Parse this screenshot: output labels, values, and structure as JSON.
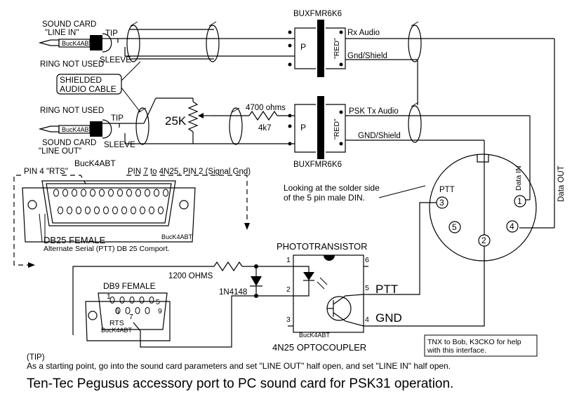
{
  "title": "Ten-Tec Pegusus accessory port to PC sound card for PSK31 operation.",
  "tip": {
    "label": "(TIP)",
    "text": "As a starting point, go into the sound card parameters and set \"LINE OUT\" half open, and set \"LINE IN\" half open."
  },
  "credit": {
    "line1": "TNX to Bob, K3CKO for help",
    "line2": "with this interface."
  },
  "plug_line_in": {
    "label1": "SOUND CARD",
    "label2": "\"LINE IN\"",
    "tip": "TIP",
    "sleeve": "SLEEVE",
    "ring": "RING NOT USED",
    "brand": "BucK4ABT"
  },
  "plug_line_out": {
    "ring": "RING NOT USED",
    "tip": "TIP",
    "label1": "SOUND CARD",
    "label2": "\"LINE OUT\"",
    "sleeve": "SLEEVE",
    "brand": "BucK4ABT"
  },
  "cable_note": {
    "line1": "SHIELDED",
    "line2": "AUDIO CABLE"
  },
  "pot_label": "25K",
  "resistor_top": "4700 ohms",
  "resistor_bottom": "4k7",
  "transformer_top": {
    "part": "BUXFMR6K6",
    "primary": "P",
    "core": "\"RED\"",
    "out1": "Rx Audio",
    "out2": "Gnd/Shield"
  },
  "transformer_bottom": {
    "primary": "P",
    "core": "\"RED\"",
    "out1": "PSK Tx Audio",
    "out2": "GND/Shield",
    "part": "BUXFMR6K6"
  },
  "din": {
    "note1": "Looking at the solder side",
    "note2": "of the 5 pin male DIN.",
    "ptt": "PTT",
    "data_in": "Data IN",
    "data_out": "Data OUT",
    "pins": [
      "3",
      "1",
      "5",
      "4",
      "2"
    ]
  },
  "db25": {
    "brand": "BucK4ABT",
    "pin4": "PIN 4  \"RTS\"",
    "pin7": "PIN 7  to 4N25, PIN 2 (Signal Gnd)",
    "name": "DB25 FEMALE",
    "note": "Alternate Serial (PTT) DB 25 Comport.",
    "stamp": "BucK4ABT"
  },
  "db9": {
    "name": "DB9 FEMALE",
    "pin1": "1",
    "pin5": "5",
    "pin6": "6",
    "pin9": "9",
    "pin7": "7",
    "rts": "RTS",
    "brand": "BucK4ABT"
  },
  "r_ptt": "1200 OHMS",
  "diode": "1N4148",
  "opto": {
    "header": "PHOTOTRANSISTOR",
    "footer": "4N25  OPTOCOUPLER",
    "brand": "BucK4ABT",
    "pins": [
      "1",
      "2",
      "3",
      "6",
      "5",
      "4"
    ],
    "ptt": "PTT",
    "gnd": "GND"
  }
}
